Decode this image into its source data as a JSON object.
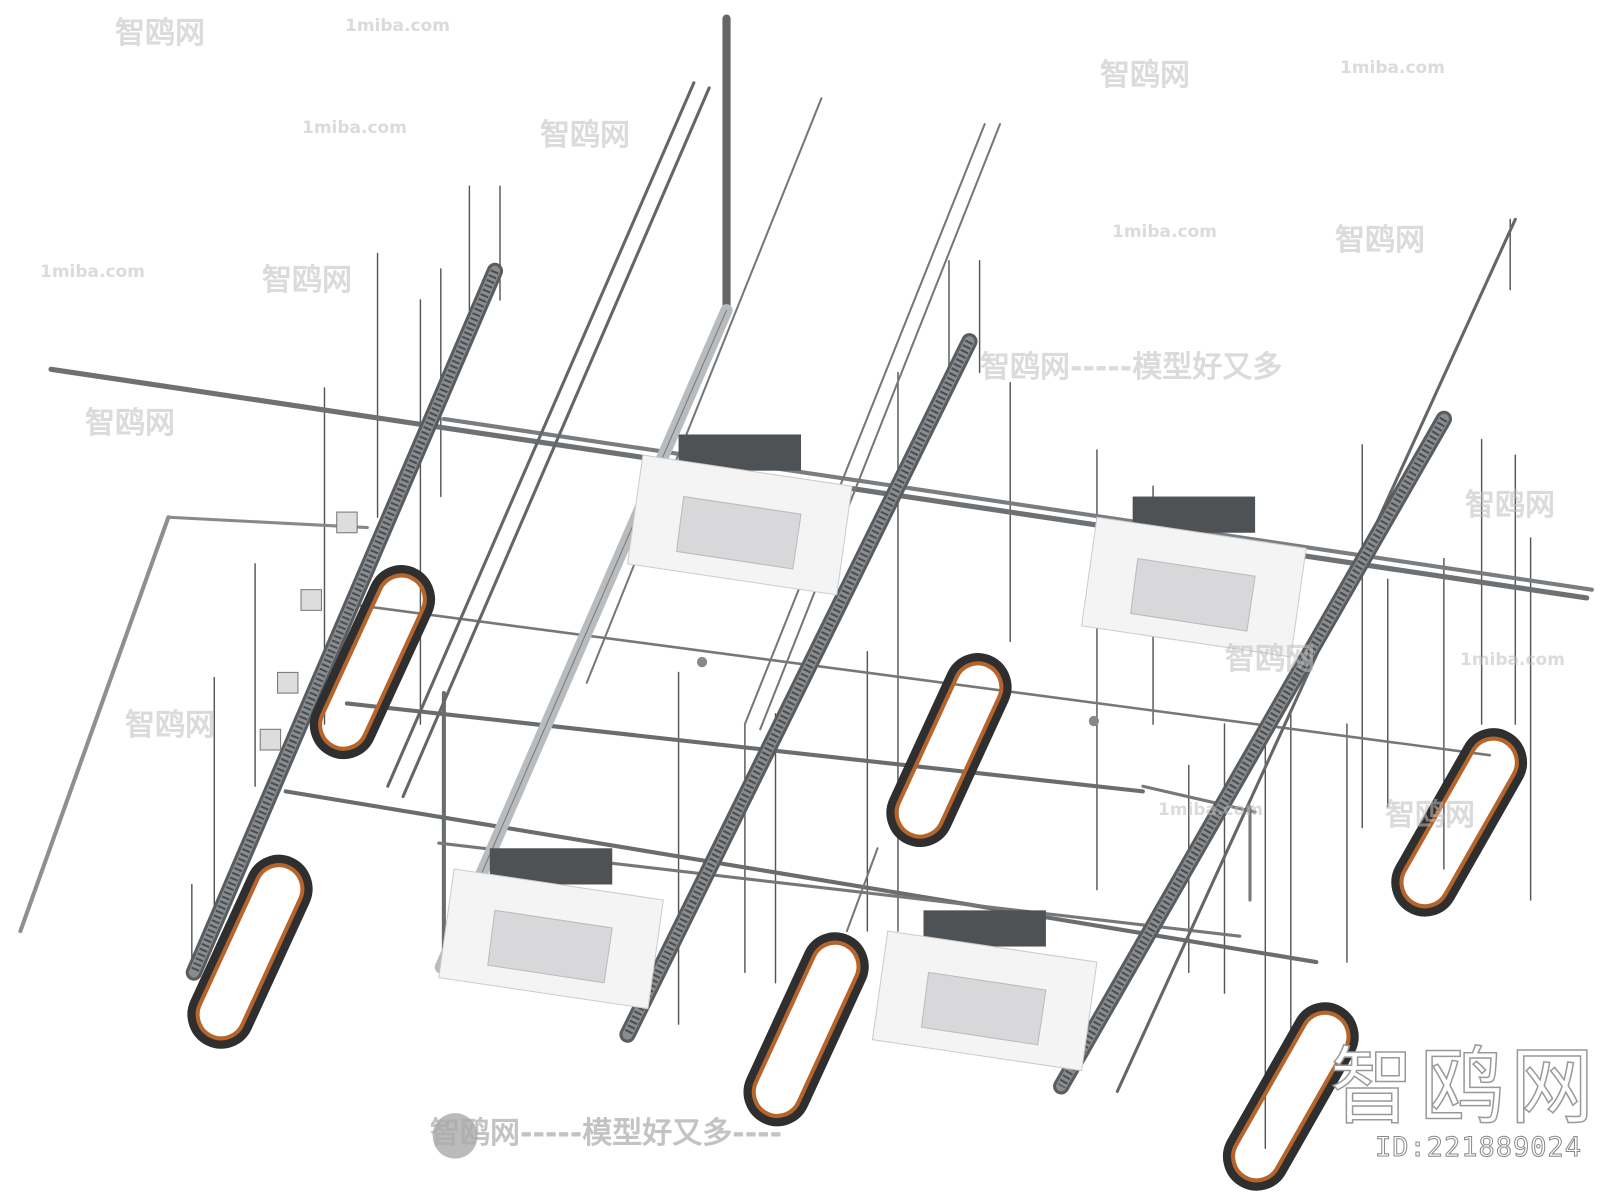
{
  "watermark": {
    "brand": "智鸥网",
    "site": "1miba.com",
    "slogan": "智鸥网-----模型好又多----",
    "slogan_right": "智鸥网-----模型好又多",
    "id_label": "ID:221889024"
  },
  "colors": {
    "tray": "#5a5d60",
    "pipe": "#6e7174",
    "light_copper": "#b5652c",
    "cassette_panel": "#f4f4f4"
  }
}
